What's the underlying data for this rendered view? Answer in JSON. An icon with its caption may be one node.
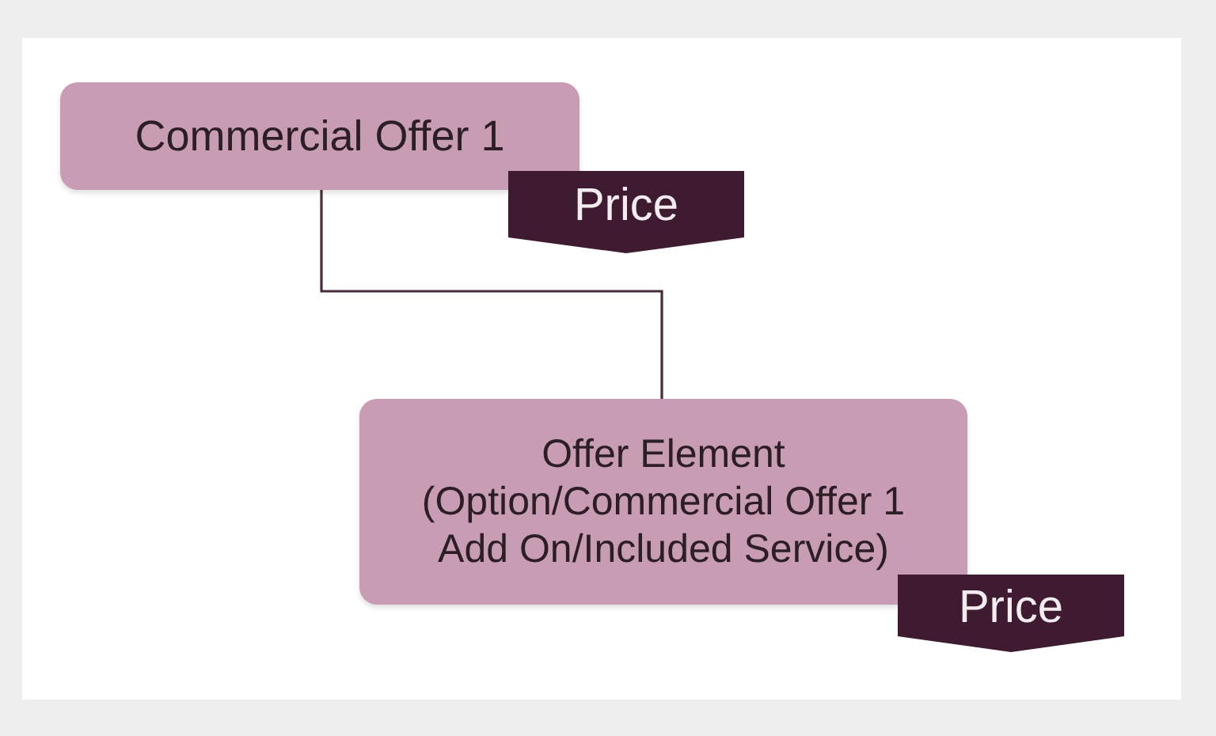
{
  "diagram": {
    "nodes": [
      {
        "text": [
          "Commercial Offer 1"
        ]
      },
      {
        "text": [
          "Price"
        ]
      },
      {
        "text": [
          "Offer Element",
          "(Option/Commercial Offer 1 Add On/Included Service)"
        ]
      },
      {
        "text": [
          "Price"
        ]
      }
    ],
    "edges": [
      {
        "from": 0,
        "to": 2,
        "arrow": "none"
      }
    ]
  }
}
